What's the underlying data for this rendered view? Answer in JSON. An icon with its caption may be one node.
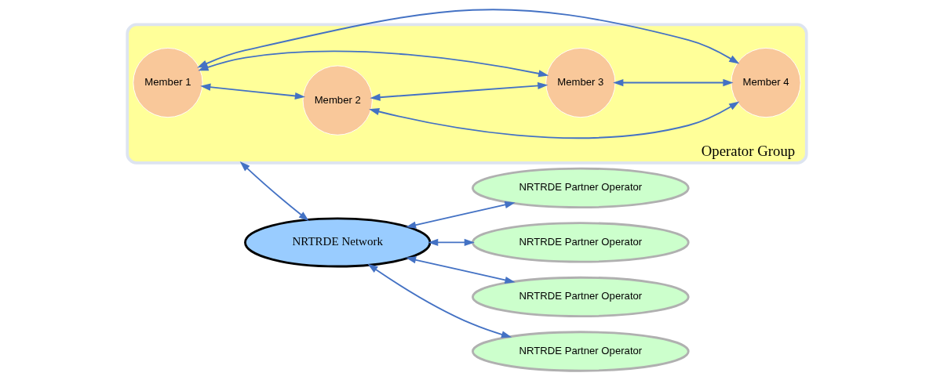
{
  "diagram": {
    "nodes": [
      {
        "text": [
          "Operator Group"
        ]
      },
      {
        "text": [
          "Member 1"
        ],
        "in": 0
      },
      {
        "text": [
          "Member 2"
        ],
        "in": 0
      },
      {
        "text": [
          "Member 3"
        ],
        "in": 0
      },
      {
        "text": [
          "Member 4"
        ],
        "in": 0
      },
      {
        "text": [
          "NRTRDE Network"
        ]
      },
      {
        "text": [
          "NRTRDE Partner Operator"
        ]
      },
      {
        "text": [
          "NRTRDE Partner Operator"
        ]
      },
      {
        "text": [
          "NRTRDE Partner Operator"
        ]
      },
      {
        "text": [
          "NRTRDE Partner Operator"
        ]
      }
    ],
    "edges": [
      {
        "from": 1,
        "to": 2,
        "arrow": "both"
      },
      {
        "from": 1,
        "to": 4,
        "arrow": "both"
      },
      {
        "from": 1,
        "to": 3,
        "arrow": "both"
      },
      {
        "from": 2,
        "to": 4,
        "arrow": "both"
      },
      {
        "from": 2,
        "to": 3,
        "arrow": "both"
      },
      {
        "from": 3,
        "to": 4,
        "arrow": "both"
      },
      {
        "from": 0,
        "to": 5,
        "arrow": "both"
      },
      {
        "from": 5,
        "to": 6,
        "arrow": "both"
      },
      {
        "from": 5,
        "to": 7,
        "arrow": "both"
      },
      {
        "from": 5,
        "to": 8,
        "arrow": "both"
      },
      {
        "from": 5,
        "to": 9,
        "arrow": "both"
      }
    ]
  }
}
